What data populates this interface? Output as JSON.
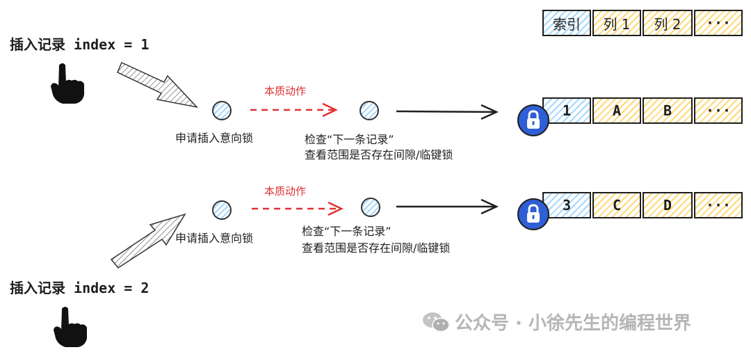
{
  "header_row": {
    "index": "索引",
    "col1": "列 1",
    "col2": "列 2",
    "more": "···"
  },
  "row1": {
    "insert_label": "插入记录 index = 1",
    "action_label": "本质动作",
    "node1_label": "申请插入意向锁",
    "node2_line1": "检查“下一条记录”",
    "node2_line2": "查看范围是否存在间隙/临键锁",
    "cells": {
      "index": "1",
      "col1": "A",
      "col2": "B",
      "more": "···"
    }
  },
  "row2": {
    "insert_label": "插入记录 index = 2",
    "action_label": "本质动作",
    "node1_label": "申请插入意向锁",
    "node2_line1": "检查“下一条记录”",
    "node2_line2": "查看范围是否存在间隙/临键锁",
    "cells": {
      "index": "3",
      "col1": "C",
      "col2": "D",
      "more": "···"
    }
  },
  "watermark": "公众号 · 小徐先生的编程世界",
  "colors": {
    "accent_red": "#e03131",
    "lock_blue": "#2f5fd6",
    "hatch_blue": "#a5d8ff",
    "hatch_yellow": "#ffd978"
  },
  "icons": [
    "pointing-hand-icon",
    "lock-icon",
    "wechat-icon"
  ]
}
